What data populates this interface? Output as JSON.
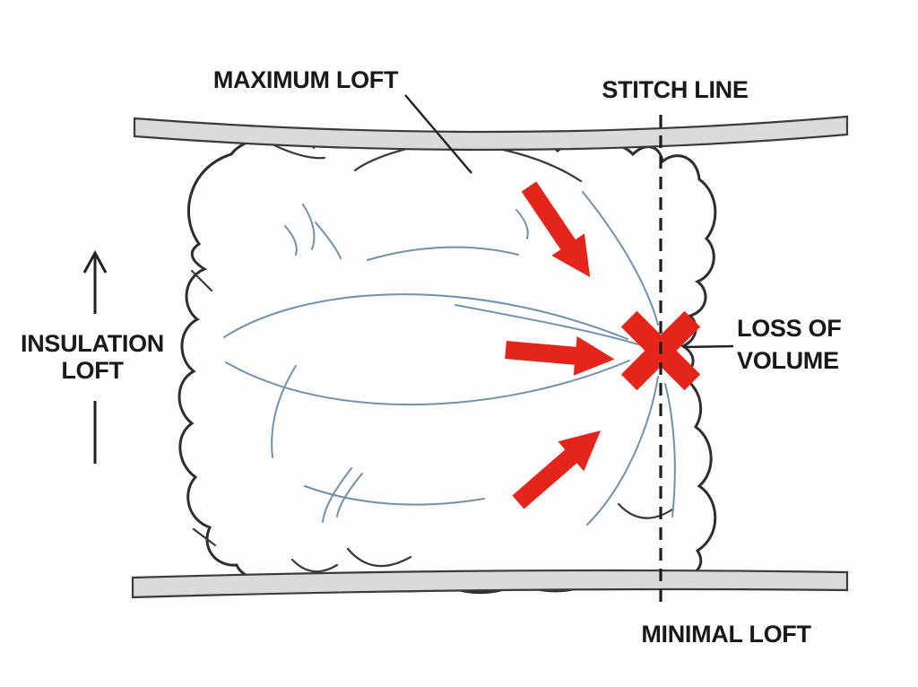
{
  "labels": {
    "maximum_loft": "MAXIMUM LOFT",
    "stitch_line": "STITCH LINE",
    "insulation_loft": [
      "INSULATION",
      "LOFT"
    ],
    "loss_of_volume": [
      "LOSS OF",
      "VOLUME"
    ],
    "minimal_loft": "MINIMAL LOFT"
  },
  "colors": {
    "background": "#fdfdfc",
    "insulation_fill": "#c2dcee",
    "fiber_line": "#7291ac",
    "fabric_fill": "#dadada",
    "outline": "#2e2e2e",
    "arrow_red": "#e5251c",
    "text": "#191919"
  },
  "icons": {
    "loft_direction": "up-arrow-icon",
    "compression_upper": "arrow-down-right-icon",
    "compression_middle": "arrow-right-icon",
    "compression_lower": "arrow-up-right-icon",
    "loss_marker": "x-mark-icon",
    "stitch_style": "dashed-vertical-line"
  }
}
